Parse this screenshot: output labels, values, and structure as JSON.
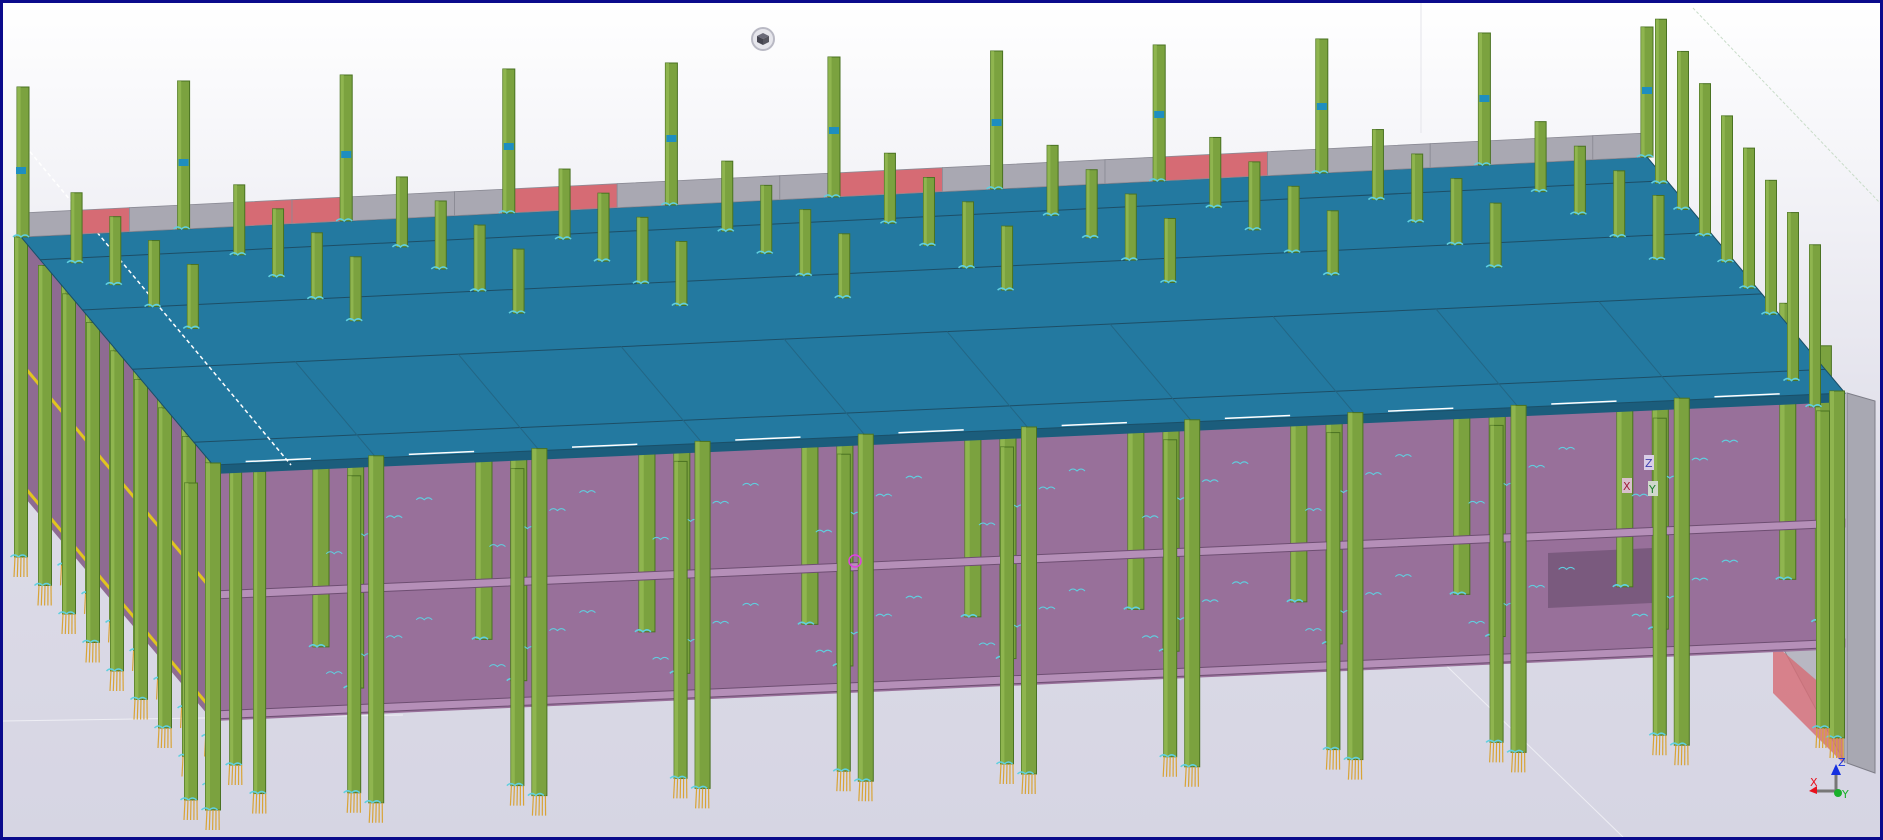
{
  "viewport": {
    "type": "3d-model-view",
    "background": "#dcdbe7",
    "border_color": "#0b0b8c"
  },
  "view_cube": {
    "icon": "cube-icon"
  },
  "model": {
    "colors": {
      "roof_slab": "#2379a0",
      "floor_slab": "#98709a",
      "column": "#7ba23f",
      "column_edge": "#4a7222",
      "parapet_gray": "#a9a8b2",
      "parapet_red": "#d66b74",
      "pile": "#d8a437",
      "anchor": "#5fd0e0",
      "edge_beam": "#e0c520"
    },
    "grid_bays": 10,
    "floors_below_roof": 2
  },
  "markers": {
    "z_label": "Z",
    "x_label": "X",
    "y_label": "Y"
  },
  "axis_indicator": {
    "x": "X",
    "y": "Y",
    "z": "Z",
    "x_color": "#e8101c",
    "y_color": "#19b02a",
    "z_color": "#1530e0"
  }
}
